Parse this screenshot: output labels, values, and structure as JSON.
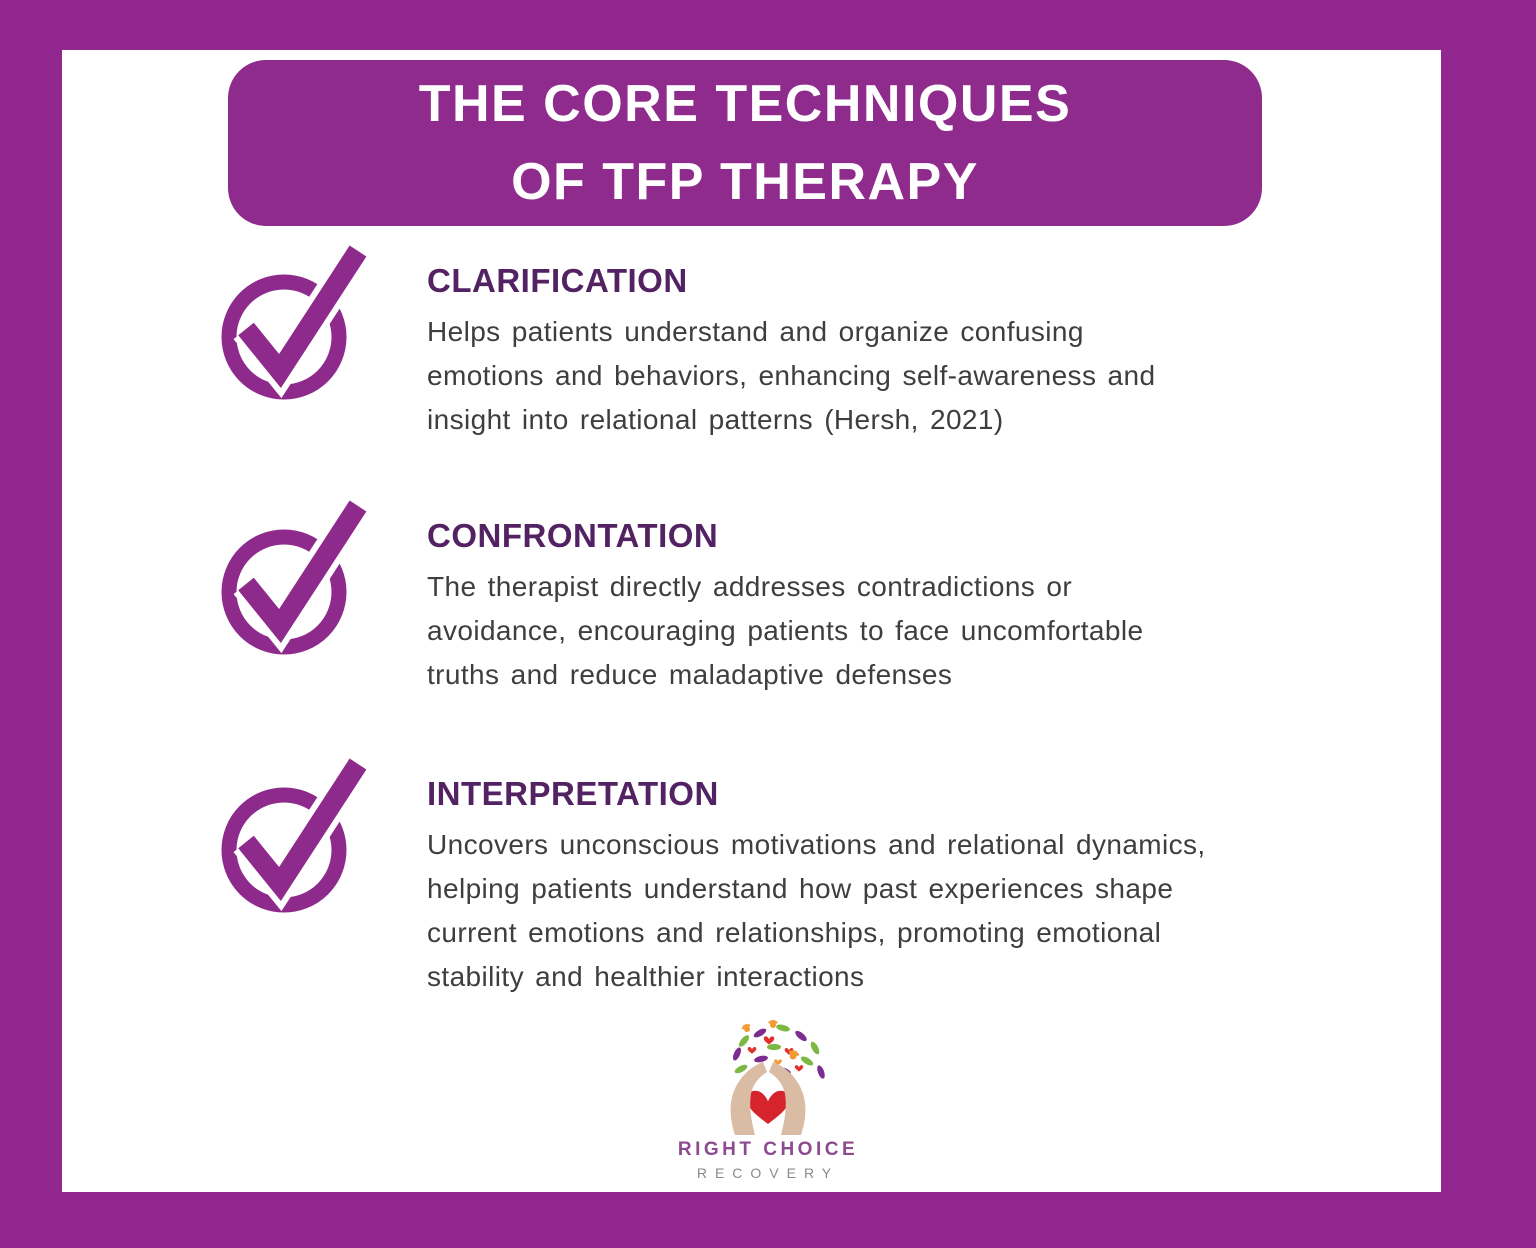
{
  "header": {
    "lines": [
      "THE CORE TECHNIQUES",
      "OF TFP THERAPY"
    ]
  },
  "sections": [
    {
      "heading": "CLARIFICATION",
      "body": "Helps patients understand and organize confusing\nemotions and behaviors, enhancing self-awareness and\ninsight into relational patterns (Hersh, 2021)"
    },
    {
      "heading": "CONFRONTATION",
      "body": "The therapist directly addresses contradictions or\navoidance, encouraging patients to face uncomfortable\ntruths and reduce maladaptive defenses"
    },
    {
      "heading": "INTERPRETATION",
      "body": "Uncovers unconscious motivations and relational dynamics,\nhelping patients understand how past experiences shape\ncurrent emotions and relationships, promoting emotional\nstability and healthier interactions"
    }
  ],
  "footer": {
    "brand_line1": "RIGHT CHOICE",
    "brand_line2": "RECOVERY"
  },
  "colors": {
    "frame_border": "#92278F",
    "banner_background": "#8F2B8C",
    "banner_text": "#FFFFFF",
    "section_heading": "#532263",
    "section_body": "#3E3E3E",
    "check_icon": "#8E2A8C",
    "brand_primary": "#8C4B8F",
    "brand_secondary": "#8A8A8A",
    "logo_hands": "#DABCA4",
    "logo_heart": "#D6242C",
    "logo_leaf_green": "#7EB844",
    "logo_leaf_purple": "#7D2D8F",
    "logo_accent_orange": "#F09A2F",
    "logo_heart_small": "#E2302C"
  }
}
